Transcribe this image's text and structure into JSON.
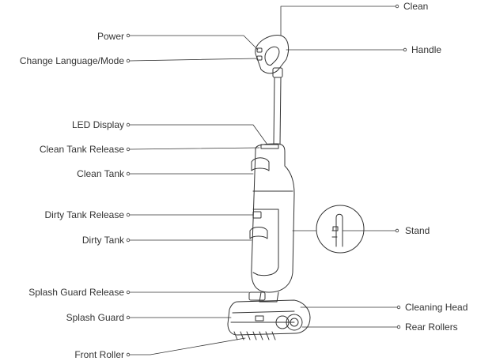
{
  "diagram": {
    "labels": {
      "clean": "Clean",
      "handle": "Handle",
      "power": "Power",
      "change_language_mode": "Change Language/Mode",
      "led_display": "LED Display",
      "clean_tank_release": "Clean Tank Release",
      "clean_tank": "Clean Tank",
      "dirty_tank_release": "Dirty Tank Release",
      "dirty_tank": "Dirty Tank",
      "stand": "Stand",
      "splash_guard_release": "Splash Guard Release",
      "splash_guard": "Splash Guard",
      "cleaning_head": "Cleaning Head",
      "rear_rollers": "Rear Rollers",
      "front_roller": "Front Roller"
    },
    "line_color": "#333333",
    "text_color": "#333333"
  }
}
